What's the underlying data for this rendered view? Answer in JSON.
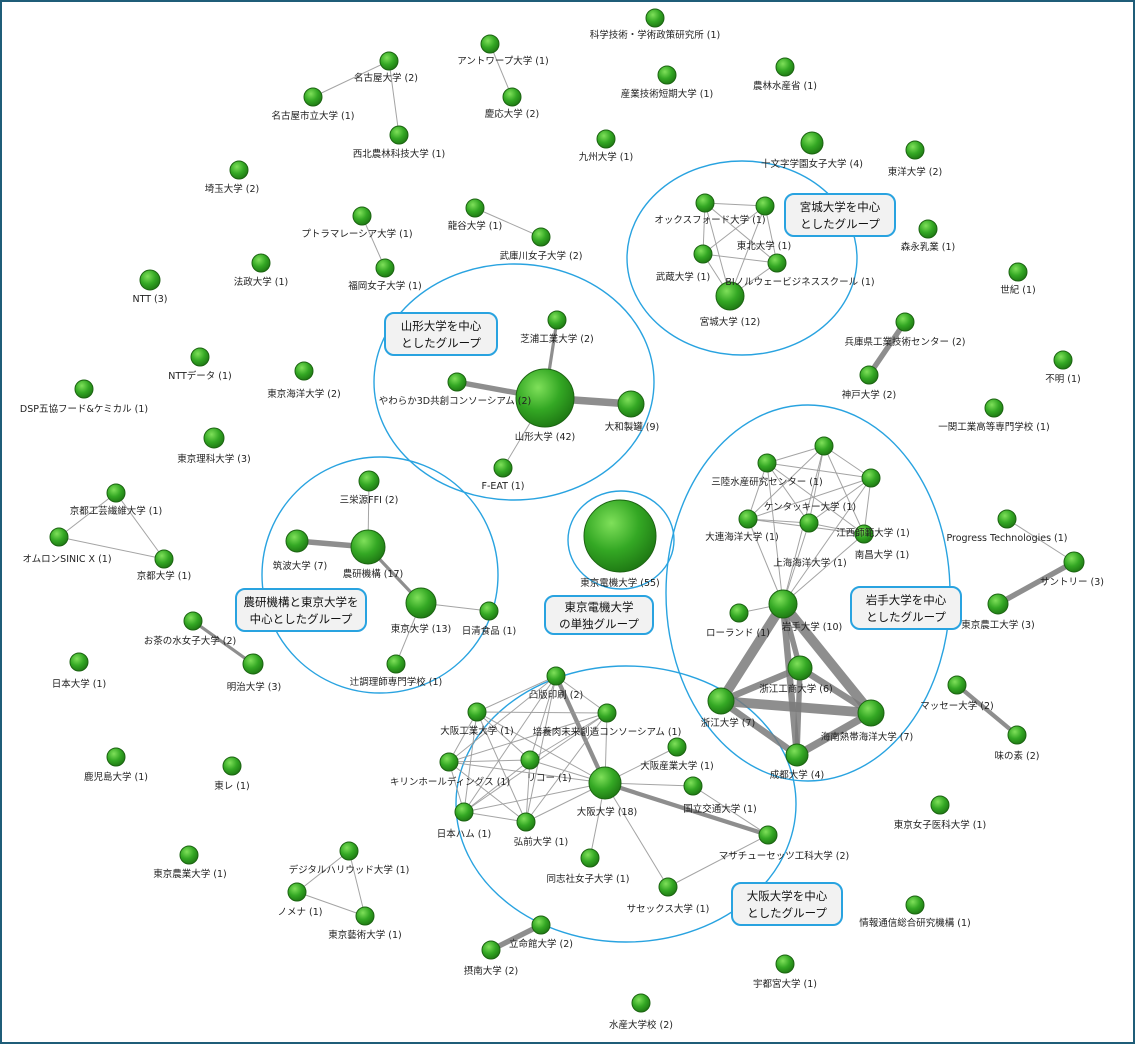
{
  "colors": {
    "frame": "#1f5d78",
    "node_fill": "#2e9e1f",
    "node_stroke": "#1c6412",
    "edge": "#9a9a9a",
    "strong_edge": "#7a7a7a",
    "group_line": "#29a3e0",
    "callout_fill": "#f2f2f2",
    "label": "#222222"
  },
  "nodes": [
    {
      "id": "nistep",
      "label": "科学技術・学術政策研究所 (1)"
    },
    {
      "id": "antwerp",
      "label": "アントワープ大学 (1)"
    },
    {
      "id": "aist_tc",
      "label": "産業技術短期大学 (1)"
    },
    {
      "id": "maff",
      "label": "農林水産省 (1)"
    },
    {
      "id": "nagoya",
      "label": "名古屋大学 (2)"
    },
    {
      "id": "nagoya_city",
      "label": "名古屋市立大学 (1)"
    },
    {
      "id": "nw_af",
      "label": "西北農林科技大学 (1)"
    },
    {
      "id": "keio",
      "label": "慶応大学 (2)"
    },
    {
      "id": "kyushu",
      "label": "九州大学 (1)"
    },
    {
      "id": "jumonji",
      "label": "十文字学園女子大学 (4)"
    },
    {
      "id": "toyo",
      "label": "東洋大学 (2)"
    },
    {
      "id": "saitama",
      "label": "埼玉大学 (2)"
    },
    {
      "id": "ryukoku",
      "label": "龍谷大学 (1)"
    },
    {
      "id": "mukogawa",
      "label": "武庫川女子大学 (2)"
    },
    {
      "id": "putra",
      "label": "プトラマレーシア大学 (1)"
    },
    {
      "id": "fukuoka_w",
      "label": "福岡女子大学 (1)"
    },
    {
      "id": "hosei",
      "label": "法政大学 (1)"
    },
    {
      "id": "ntt",
      "label": "NTT (3)"
    },
    {
      "id": "oxford",
      "label": "オックスフォード大学 (1)"
    },
    {
      "id": "tohoku",
      "label": "東北大学 (1)"
    },
    {
      "id": "musashi",
      "label": "武蔵大学 (1)"
    },
    {
      "id": "bi",
      "label": "BIノルウェービジネススクール (1)"
    },
    {
      "id": "miyagi",
      "label": "宮城大学 (12)"
    },
    {
      "id": "morinaga",
      "label": "森永乳業 (1)"
    },
    {
      "id": "seiki",
      "label": "世紀 (1)"
    },
    {
      "id": "shibaura",
      "label": "芝浦工業大学 (2)"
    },
    {
      "id": "yawaraka",
      "label": "やわらか3D共創コンソーシアム (2)"
    },
    {
      "id": "yamagata",
      "label": "山形大学 (42)"
    },
    {
      "id": "daiwa",
      "label": "大和製罐 (9)"
    },
    {
      "id": "feat",
      "label": "F-EAT (1)"
    },
    {
      "id": "hyogo_tc",
      "label": "兵庫県工業技術センター (2)"
    },
    {
      "id": "kobe",
      "label": "神戸大学 (2)"
    },
    {
      "id": "fumei",
      "label": "不明 (1)"
    },
    {
      "id": "ichinoseki",
      "label": "一関工業高等専門学校 (1)"
    },
    {
      "id": "nttdata",
      "label": "NTTデータ (1)"
    },
    {
      "id": "kaiyo",
      "label": "東京海洋大学 (2)"
    },
    {
      "id": "dsp",
      "label": "DSP五協フード&ケミカル (1)"
    },
    {
      "id": "rika",
      "label": "東京理科大学 (3)"
    },
    {
      "id": "kit",
      "label": "京都工芸繊維大学 (1)"
    },
    {
      "id": "omron",
      "label": "オムロンSINIC X (1)"
    },
    {
      "id": "kyoto",
      "label": "京都大学 (1)"
    },
    {
      "id": "sanei",
      "label": "三栄源FFI (2)"
    },
    {
      "id": "tsukuba",
      "label": "筑波大学 (7)"
    },
    {
      "id": "naro",
      "label": "農研機構 (17)"
    },
    {
      "id": "tokyo_u",
      "label": "東京大学 (13)"
    },
    {
      "id": "nissin",
      "label": "日清食品 (1)"
    },
    {
      "id": "tsuji",
      "label": "辻調理師専門学校 (1)"
    },
    {
      "id": "denki",
      "label": "東京電機大学 (55)"
    },
    {
      "id": "sanriku",
      "label": "三陸水産研究センター (1)"
    },
    {
      "id": "kentucky",
      "label": "ケンタッキー大学 (1)"
    },
    {
      "id": "dalian",
      "label": "大連海洋大学 (1)"
    },
    {
      "id": "jiangxi",
      "label": "江西師範大学 (1)"
    },
    {
      "id": "nanchang",
      "label": "南昌大学 (1)"
    },
    {
      "id": "shanghai",
      "label": "上海海洋大学 (1)"
    },
    {
      "id": "roland",
      "label": "ローランド (1)"
    },
    {
      "id": "iwate",
      "label": "岩手大学 (10)"
    },
    {
      "id": "zjgs",
      "label": "浙江工商大学 (6)"
    },
    {
      "id": "zju",
      "label": "浙江大学 (7)"
    },
    {
      "id": "hainan",
      "label": "海南熱帯海洋大学 (7)"
    },
    {
      "id": "chengdu",
      "label": "成都大学 (4)"
    },
    {
      "id": "progress",
      "label": "Progress Technologies (1)"
    },
    {
      "id": "suntory",
      "label": "サントリー (3)"
    },
    {
      "id": "nodai_ko",
      "label": "東京農工大学 (3)"
    },
    {
      "id": "ochanomizu",
      "label": "お茶の水女子大学 (2)"
    },
    {
      "id": "meiji",
      "label": "明治大学 (3)"
    },
    {
      "id": "nihon",
      "label": "日本大学 (1)"
    },
    {
      "id": "toppan",
      "label": "凸版印刷 (2)"
    },
    {
      "id": "baiyo",
      "label": "培養肉未来創造コンソーシアム (1)"
    },
    {
      "id": "oit",
      "label": "大阪工業大学 (1)"
    },
    {
      "id": "kirin",
      "label": "キリンホールディングス (1)"
    },
    {
      "id": "ricoh",
      "label": "リコー (1)"
    },
    {
      "id": "osaka_sangyo",
      "label": "大阪産業大学 (1)"
    },
    {
      "id": "osaka",
      "label": "大阪大学 (18)"
    },
    {
      "id": "nippon_ham",
      "label": "日本ハム (1)"
    },
    {
      "id": "hirosaki",
      "label": "弘前大学 (1)"
    },
    {
      "id": "kokuritsu_kotsu",
      "label": "国立交通大学 (1)"
    },
    {
      "id": "mit",
      "label": "マサチューセッツ工科大学 (2)"
    },
    {
      "id": "doshisha_w",
      "label": "同志社女子大学 (1)"
    },
    {
      "id": "sussex",
      "label": "サセックス大学 (1)"
    },
    {
      "id": "masse",
      "label": "マッセー大学 (2)"
    },
    {
      "id": "ajinomoto",
      "label": "味の素 (2)"
    },
    {
      "id": "kagoshima",
      "label": "鹿児島大学 (1)"
    },
    {
      "id": "toray",
      "label": "東レ (1)"
    },
    {
      "id": "twmu",
      "label": "東京女子医科大学 (1)"
    },
    {
      "id": "nodai",
      "label": "東京農業大学 (1)"
    },
    {
      "id": "dh",
      "label": "デジタルハリウッド大学 (1)"
    },
    {
      "id": "nomena",
      "label": "ノメナ (1)"
    },
    {
      "id": "geidai",
      "label": "東京藝術大学 (1)"
    },
    {
      "id": "nict",
      "label": "情報通信総合研究機構 (1)"
    },
    {
      "id": "ritsumei",
      "label": "立命館大学 (2)"
    },
    {
      "id": "setsunan",
      "label": "摂南大学 (2)"
    },
    {
      "id": "utsunomiya",
      "label": "宇都宮大学 (1)"
    },
    {
      "id": "suisan",
      "label": "水産大学校 (2)"
    }
  ],
  "edges": [
    [
      "nagoya",
      "nagoya_city",
      1
    ],
    [
      "nagoya",
      "nw_af",
      1
    ],
    [
      "antwerp",
      "keio",
      1
    ],
    [
      "putra",
      "fukuoka_w",
      1
    ],
    [
      "ryukoku",
      "mukogawa",
      1
    ],
    [
      "oxford",
      "tohoku",
      1
    ],
    [
      "oxford",
      "musashi",
      1
    ],
    [
      "oxford",
      "bi",
      1
    ],
    [
      "oxford",
      "miyagi",
      1
    ],
    [
      "tohoku",
      "musashi",
      1
    ],
    [
      "tohoku",
      "bi",
      1
    ],
    [
      "tohoku",
      "miyagi",
      1
    ],
    [
      "musashi",
      "bi",
      1
    ],
    [
      "musashi",
      "miyagi",
      1
    ],
    [
      "bi",
      "miyagi",
      1
    ],
    [
      "shibaura",
      "yamagata",
      2
    ],
    [
      "yawaraka",
      "yamagata",
      4
    ],
    [
      "daiwa",
      "yamagata",
      6
    ],
    [
      "feat",
      "yamagata",
      1
    ],
    [
      "hyogo_tc",
      "kobe",
      4
    ],
    [
      "kit",
      "omron",
      1
    ],
    [
      "kit",
      "kyoto",
      1
    ],
    [
      "omron",
      "kyoto",
      1
    ],
    [
      "sanei",
      "naro",
      1
    ],
    [
      "tsukuba",
      "naro",
      4
    ],
    [
      "naro",
      "tokyo_u",
      2
    ],
    [
      "tokyo_u",
      "nissin",
      1
    ],
    [
      "tokyo_u",
      "tsuji",
      1
    ],
    [
      "sanriku",
      "kentucky",
      1
    ],
    [
      "sanriku",
      "dalian",
      1
    ],
    [
      "sanriku",
      "jiangxi",
      1
    ],
    [
      "sanriku",
      "nanchang",
      1
    ],
    [
      "sanriku",
      "shanghai",
      1
    ],
    [
      "sanriku",
      "iwate",
      1
    ],
    [
      "kentucky",
      "dalian",
      1
    ],
    [
      "kentucky",
      "jiangxi",
      1
    ],
    [
      "kentucky",
      "nanchang",
      1
    ],
    [
      "kentucky",
      "shanghai",
      1
    ],
    [
      "kentucky",
      "iwate",
      1
    ],
    [
      "dalian",
      "jiangxi",
      1
    ],
    [
      "dalian",
      "nanchang",
      1
    ],
    [
      "dalian",
      "shanghai",
      1
    ],
    [
      "dalian",
      "iwate",
      1
    ],
    [
      "jiangxi",
      "nanchang",
      1
    ],
    [
      "jiangxi",
      "shanghai",
      1
    ],
    [
      "jiangxi",
      "iwate",
      1
    ],
    [
      "nanchang",
      "shanghai",
      1
    ],
    [
      "nanchang",
      "iwate",
      1
    ],
    [
      "shanghai",
      "iwate",
      1
    ],
    [
      "roland",
      "iwate",
      1
    ],
    [
      "iwate",
      "zjgs",
      4
    ],
    [
      "iwate",
      "zju",
      8
    ],
    [
      "iwate",
      "hainan",
      8
    ],
    [
      "iwate",
      "chengdu",
      5
    ],
    [
      "zjgs",
      "zju",
      5
    ],
    [
      "zjgs",
      "hainan",
      5
    ],
    [
      "zjgs",
      "chengdu",
      4
    ],
    [
      "zju",
      "hainan",
      8
    ],
    [
      "zju",
      "chengdu",
      5
    ],
    [
      "hainan",
      "chengdu",
      6
    ],
    [
      "progress",
      "suntory",
      1
    ],
    [
      "suntory",
      "nodai_ko",
      4
    ],
    [
      "ochanomizu",
      "meiji",
      2
    ],
    [
      "toppan",
      "baiyo",
      1
    ],
    [
      "toppan",
      "oit",
      1
    ],
    [
      "toppan",
      "kirin",
      1
    ],
    [
      "toppan",
      "ricoh",
      1
    ],
    [
      "toppan",
      "osaka",
      3
    ],
    [
      "toppan",
      "nippon_ham",
      1
    ],
    [
      "toppan",
      "hirosaki",
      1
    ],
    [
      "baiyo",
      "oit",
      1
    ],
    [
      "baiyo",
      "kirin",
      1
    ],
    [
      "baiyo",
      "ricoh",
      1
    ],
    [
      "baiyo",
      "nippon_ham",
      1
    ],
    [
      "baiyo",
      "hirosaki",
      1
    ],
    [
      "baiyo",
      "osaka",
      1
    ],
    [
      "oit",
      "kirin",
      1
    ],
    [
      "oit",
      "ricoh",
      1
    ],
    [
      "oit",
      "nippon_ham",
      1
    ],
    [
      "oit",
      "hirosaki",
      1
    ],
    [
      "oit",
      "osaka",
      1
    ],
    [
      "kirin",
      "ricoh",
      1
    ],
    [
      "kirin",
      "nippon_ham",
      1
    ],
    [
      "kirin",
      "hirosaki",
      1
    ],
    [
      "kirin",
      "osaka",
      1
    ],
    [
      "ricoh",
      "nippon_ham",
      1
    ],
    [
      "ricoh",
      "hirosaki",
      1
    ],
    [
      "ricoh",
      "osaka",
      1
    ],
    [
      "nippon_ham",
      "hirosaki",
      1
    ],
    [
      "nippon_ham",
      "osaka",
      1
    ],
    [
      "hirosaki",
      "osaka",
      1
    ],
    [
      "osaka",
      "osaka_sangyo",
      1
    ],
    [
      "osaka",
      "kokuritsu_kotsu",
      1
    ],
    [
      "osaka",
      "mit",
      3
    ],
    [
      "osaka",
      "doshisha_w",
      1
    ],
    [
      "osaka",
      "sussex",
      1
    ],
    [
      "kokuritsu_kotsu",
      "mit",
      1
    ],
    [
      "mit",
      "sussex",
      1
    ],
    [
      "masse",
      "ajinomoto",
      3
    ],
    [
      "dh",
      "nomena",
      1
    ],
    [
      "dh",
      "geidai",
      1
    ],
    [
      "nomena",
      "geidai",
      1
    ],
    [
      "ritsumei",
      "setsunan",
      4
    ]
  ],
  "groups": [
    {
      "id": "miyagi_group",
      "callout": [
        "宮城大学を中心",
        "としたグループ"
      ]
    },
    {
      "id": "yamagata_group",
      "callout": [
        "山形大学を中心",
        "としたグループ"
      ]
    },
    {
      "id": "naro_group",
      "callout": [
        "農研機構と東京大学を",
        "中心としたグループ"
      ]
    },
    {
      "id": "denki_group",
      "callout": [
        "東京電機大学",
        "の単独グループ"
      ]
    },
    {
      "id": "iwate_group",
      "callout": [
        "岩手大学を中心",
        "としたグループ"
      ]
    },
    {
      "id": "osaka_group",
      "callout": [
        "大阪大学を中心",
        "としたグループ"
      ]
    }
  ]
}
